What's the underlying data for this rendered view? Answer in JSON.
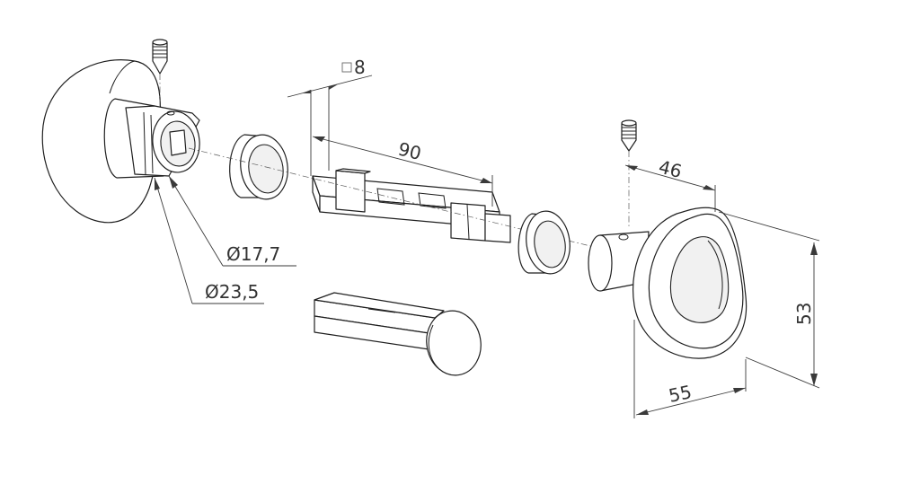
{
  "dimensions": {
    "square": "8",
    "length": "90",
    "knob_offset": "46",
    "knob_height": "53",
    "knob_width": "55",
    "inner_diameter": "Ø17,7",
    "outer_diameter": "Ø23,5"
  },
  "colors": {
    "line": "#1f1f1f",
    "text": "#333333",
    "background": "#ffffff"
  },
  "icons": {
    "square_symbol": "square-section-icon"
  }
}
